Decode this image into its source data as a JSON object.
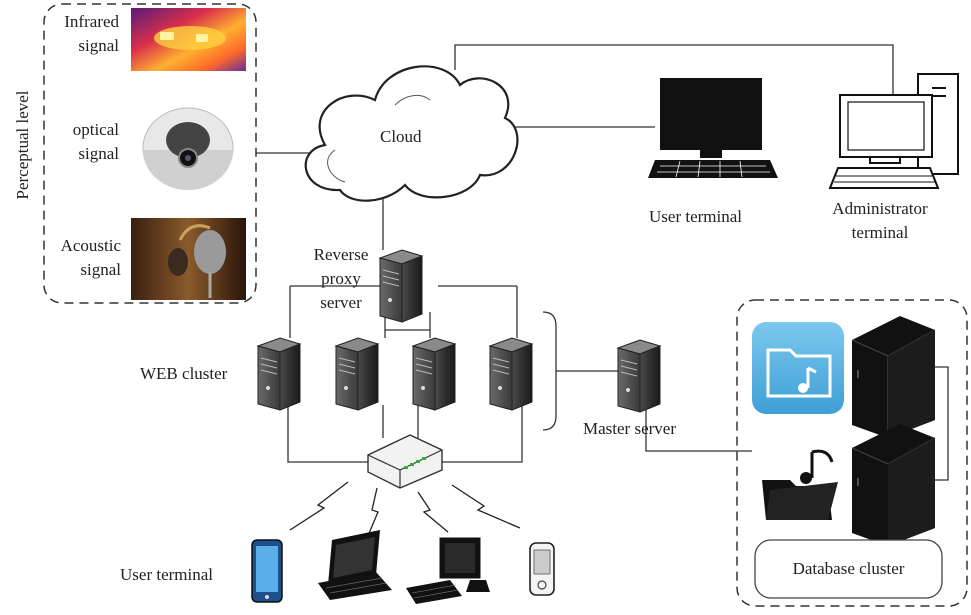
{
  "perceptual": {
    "level_label": "Perceptual level",
    "infrared_label": "Infrared\nsignal",
    "optical_label": "optical\nsignal",
    "acoustic_label": "Acoustic\nsignal"
  },
  "cloud": {
    "label": "Cloud"
  },
  "terminals": {
    "user_terminal_top": "User terminal",
    "admin_terminal": "Administrator\nterminal",
    "user_terminal_bottom": "User terminal"
  },
  "servers": {
    "reverse_proxy": "Reverse\nproxy\nserver",
    "web_cluster": "WEB cluster",
    "master_server": "Master server"
  },
  "database": {
    "cluster_label": "Database cluster"
  }
}
